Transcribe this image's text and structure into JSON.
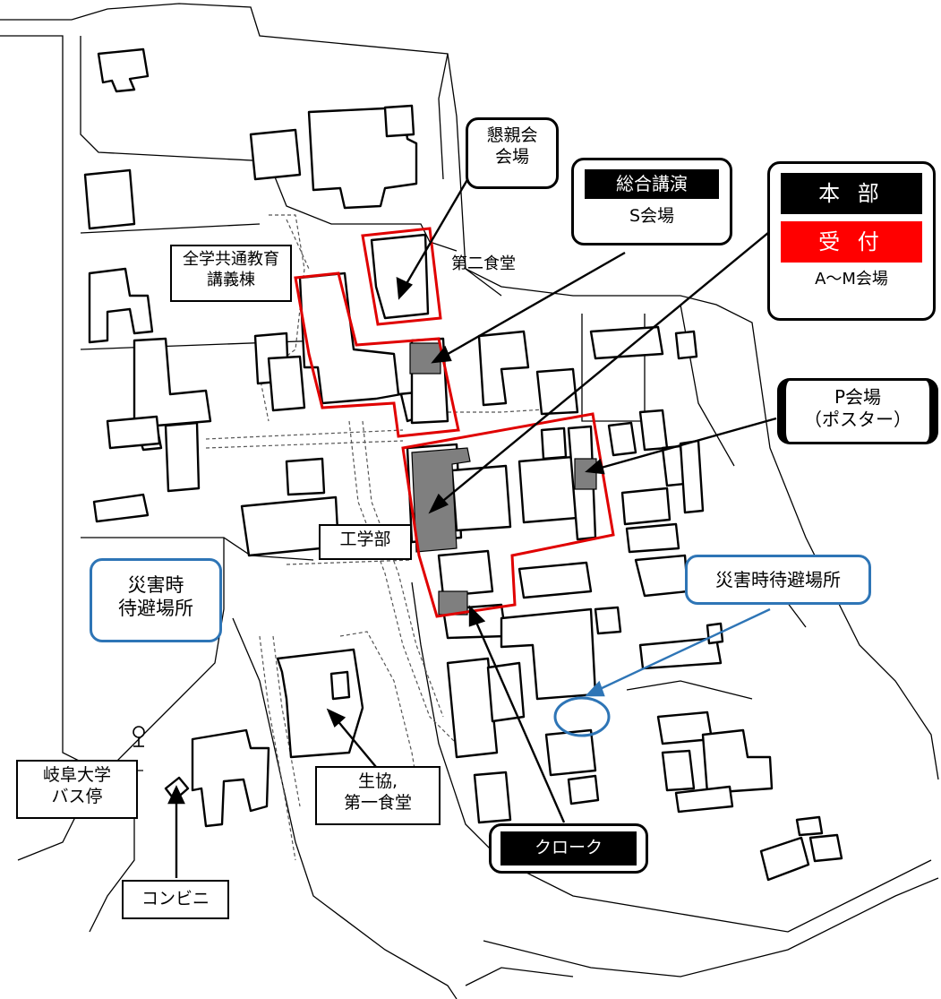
{
  "labels": {
    "konshinkai": "懇親会\n会場",
    "sogo_title": "総合講演",
    "sogo_sub": "S会場",
    "honbu": "本 部",
    "uketsuke": "受 付",
    "am": "A～M会場",
    "zengaku": "全学共通教育\n講義棟",
    "daini": "第二食堂",
    "p_kaijo": "P会場\n（ポスター）",
    "kogakubu": "工学部",
    "saigai_left": "災害時\n待避場所",
    "saigai_right": "災害時待避場所",
    "bus": "岐阜大学\nバス停",
    "seikyo": "生協,\n第一食堂",
    "cloak": "クローク",
    "konbini": "コンビニ"
  },
  "colors": {
    "venue_outline": "#e00000",
    "room_fill": "#7f7f7f",
    "blue": "#2e75b6",
    "building": "#000000"
  },
  "icons": [
    "bus-stop-icon"
  ]
}
